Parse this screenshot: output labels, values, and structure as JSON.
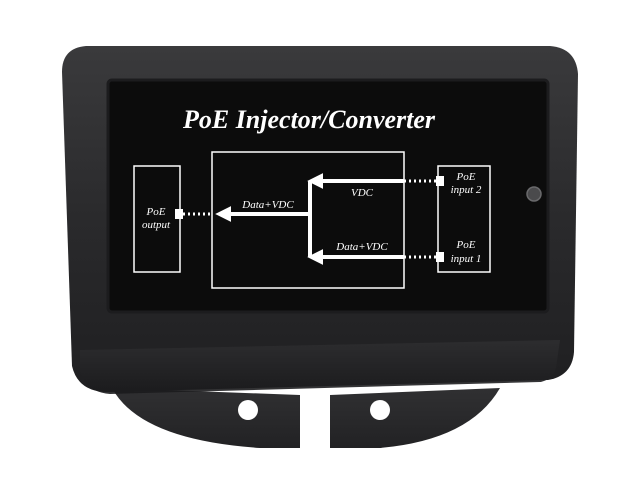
{
  "panel": {
    "title": "PoE Injector/Converter",
    "output_port": {
      "line1": "PoE",
      "line2": "output"
    },
    "input_port_2": {
      "line1": "PoE",
      "line2": "input 2"
    },
    "input_port_1": {
      "line1": "PoE",
      "line2": "input 1"
    },
    "arrow_output": "Data+VDC",
    "arrow_vdc": "VDC",
    "arrow_input1": "Data+VDC"
  },
  "colors": {
    "enclosure": "#2b2b2d",
    "label_bg": "#0c0c0c",
    "line": "#ffffff",
    "background": "#ffffff"
  },
  "icons": {
    "led": "status-led-icon",
    "mount": "mounting-hole-icon"
  }
}
